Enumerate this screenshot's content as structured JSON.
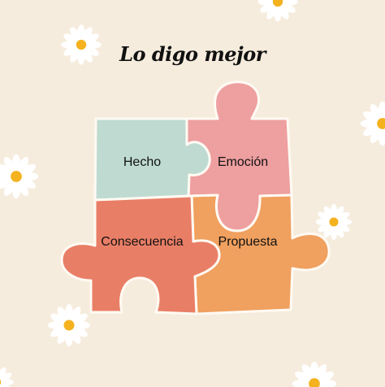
{
  "title": "Lo digo mejor",
  "pieces": [
    {
      "label": "Hecho",
      "color": "#bfdbd1"
    },
    {
      "label": "Emoción",
      "color": "#ee9f9f"
    },
    {
      "label": "Consecuencia",
      "color": "#e97e66"
    },
    {
      "label": "Propuesta",
      "color": "#f0a05f"
    }
  ],
  "colors": {
    "background": "#f6ecdd",
    "outline": "#fffaf3",
    "daisy_petal": "#ffffff",
    "daisy_center": "#f4b21f"
  },
  "decorations": {
    "icon": "daisy-icon",
    "count": 8
  }
}
